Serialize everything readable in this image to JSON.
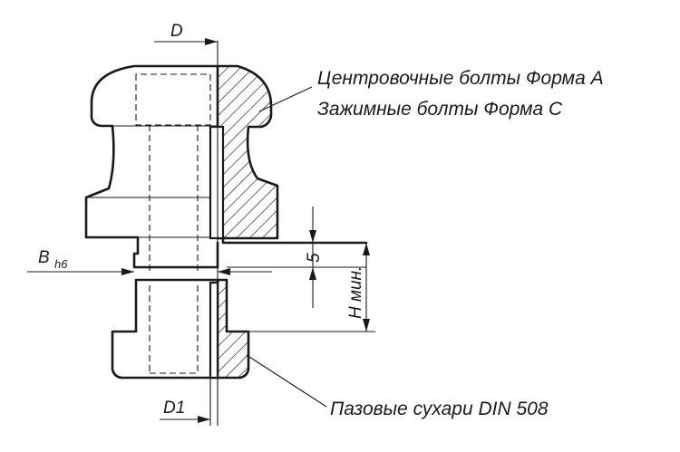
{
  "callouts": {
    "centering_bolts": "Центровочные болты Форма А",
    "clamping_bolts": "Зажимные болты Форма С",
    "slot_nuts": "Пазовые сухари DIN 508"
  },
  "dimensions": {
    "d": "D",
    "b": "B",
    "b_tolerance": "h6",
    "gap": "5",
    "h_min": "H мин.",
    "d1": "D1"
  }
}
